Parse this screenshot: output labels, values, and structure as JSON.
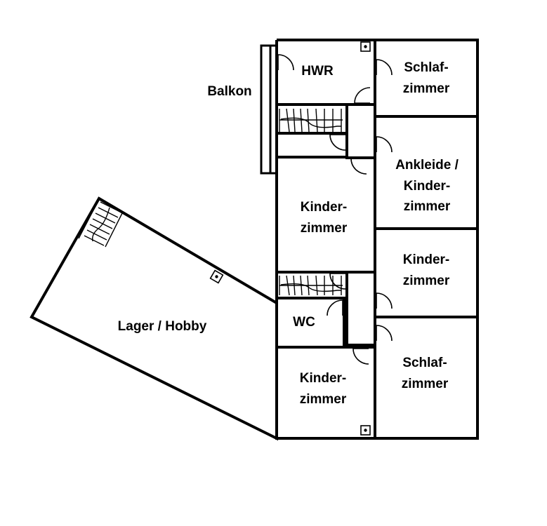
{
  "rooms": {
    "hwr": "HWR",
    "balkon": "Balkon",
    "schlaf_top_1": "Schlaf-",
    "schlaf_top_2": "zimmer",
    "ankleide_1": "Ankleide /",
    "ankleide_2": "Kinder-",
    "ankleide_3": "zimmer",
    "kinder_mid_1": "Kinder-",
    "kinder_mid_2": "zimmer",
    "kinder_right_1": "Kinder-",
    "kinder_right_2": "zimmer",
    "wc": "WC",
    "lager": "Lager / Hobby",
    "kinder_bottom_1": "Kinder-",
    "kinder_bottom_2": "zimmer",
    "schlaf_bottom_1": "Schlaf-",
    "schlaf_bottom_2": "zimmer"
  },
  "colors": {
    "line": "#000000",
    "background": "#ffffff"
  },
  "icons": [
    "window-socket-icon",
    "door-swing-icon",
    "staircase-icon"
  ]
}
